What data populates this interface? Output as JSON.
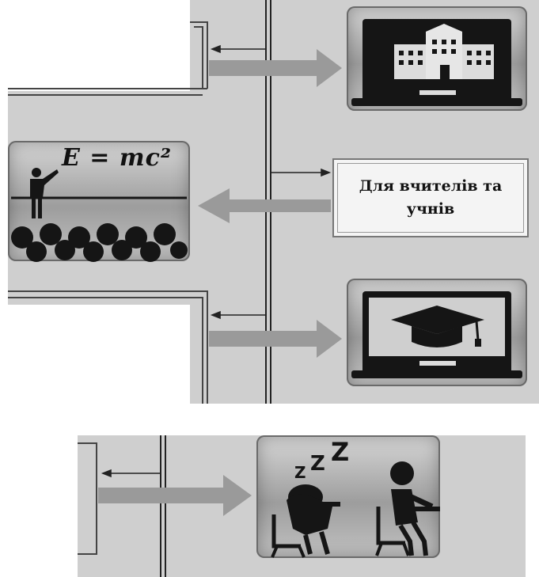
{
  "diagram": {
    "formula": "E = mc²",
    "audience_box": {
      "line1": "Для вчителів та",
      "line2": "учнів"
    }
  },
  "icons": {
    "school_laptop": "laptop-school-icon",
    "teacher_classroom": "teacher-classroom-icon",
    "graduation_laptop": "laptop-graduation-cap-icon",
    "sleeping_students": "sleeping-students-icon"
  },
  "colors": {
    "ink": "#111111",
    "arrow_gray": "#9a9a9a",
    "card_gray": "#a8a8a8",
    "scan_gray": "#cfcfcf"
  }
}
